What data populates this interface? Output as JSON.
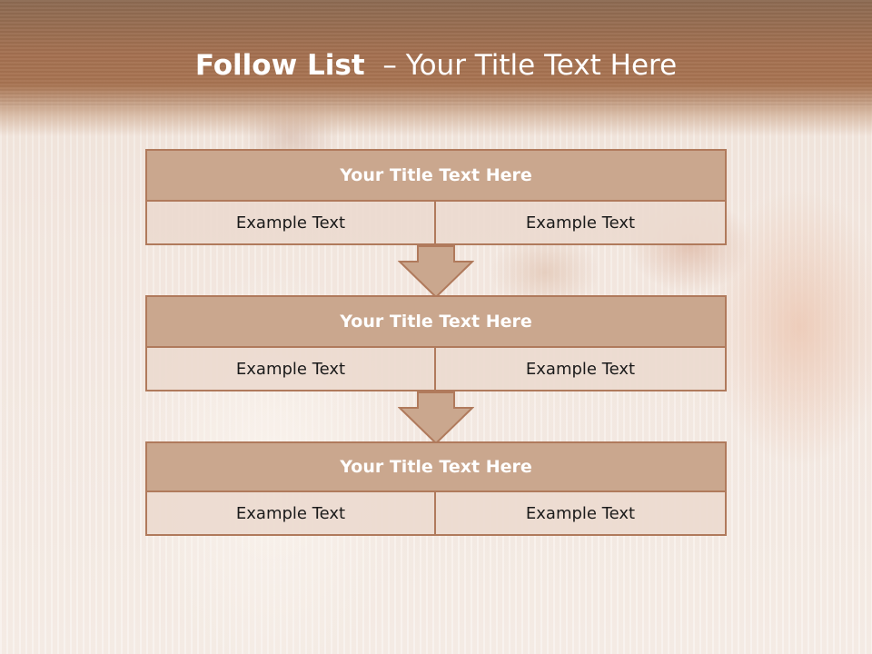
{
  "slide": {
    "title_bold": "Follow List",
    "title_rest": "– Your Title Text Here"
  },
  "blocks": [
    {
      "title": "Your Title Text Here",
      "left": "Example Text",
      "right": "Example Text"
    },
    {
      "title": "Your Title Text Here",
      "left": "Example Text",
      "right": "Example Text"
    },
    {
      "title": "Your Title Text Here",
      "left": "Example Text",
      "right": "Example Text"
    }
  ],
  "colors": {
    "header": "#a47050",
    "block_title_fill": "#caa78e",
    "border": "#b07a5c",
    "cell_fill": "#ecdad0"
  }
}
